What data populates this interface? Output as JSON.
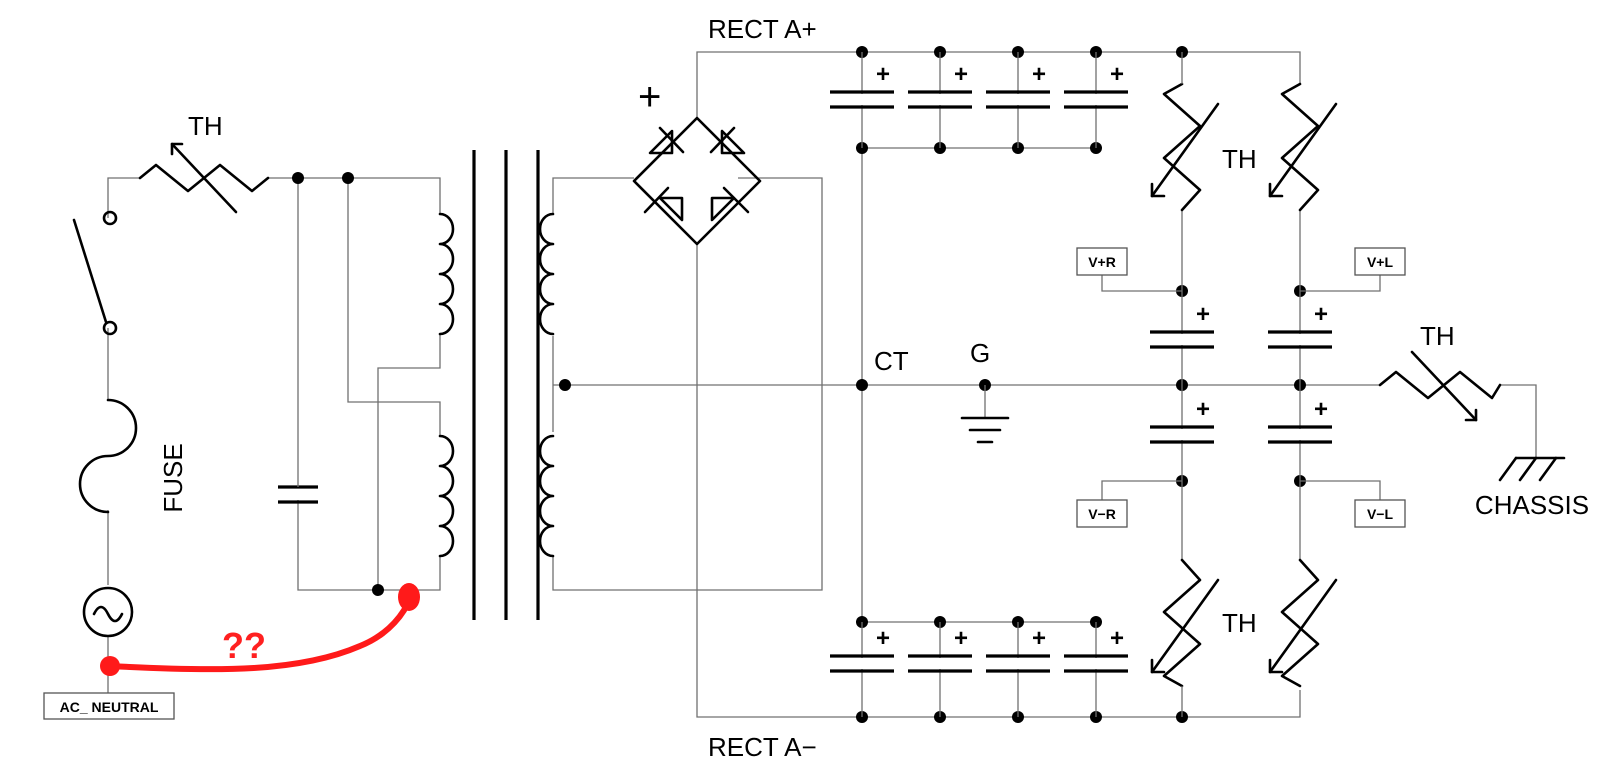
{
  "labels": {
    "rect_a_plus": "RECT A+",
    "rect_a_minus": "RECT A−",
    "th_input": "TH",
    "th_top": "TH",
    "th_bottom": "TH",
    "th_chassis": "TH",
    "fuse": "FUSE",
    "ct": "CT",
    "ground": "G",
    "chassis": "CHASSIS",
    "question": "??",
    "bridge_plus": "+"
  },
  "tags": {
    "ac_neutral": "AC_ NEUTRAL",
    "v_plus_r": "V+R",
    "v_plus_l": "V+L",
    "v_minus_r": "V−R",
    "v_minus_l": "V−L"
  },
  "cap_polarity": "+",
  "colors": {
    "wire": "#707070",
    "ink": "#000000",
    "annotation": "#ff1a1a"
  }
}
